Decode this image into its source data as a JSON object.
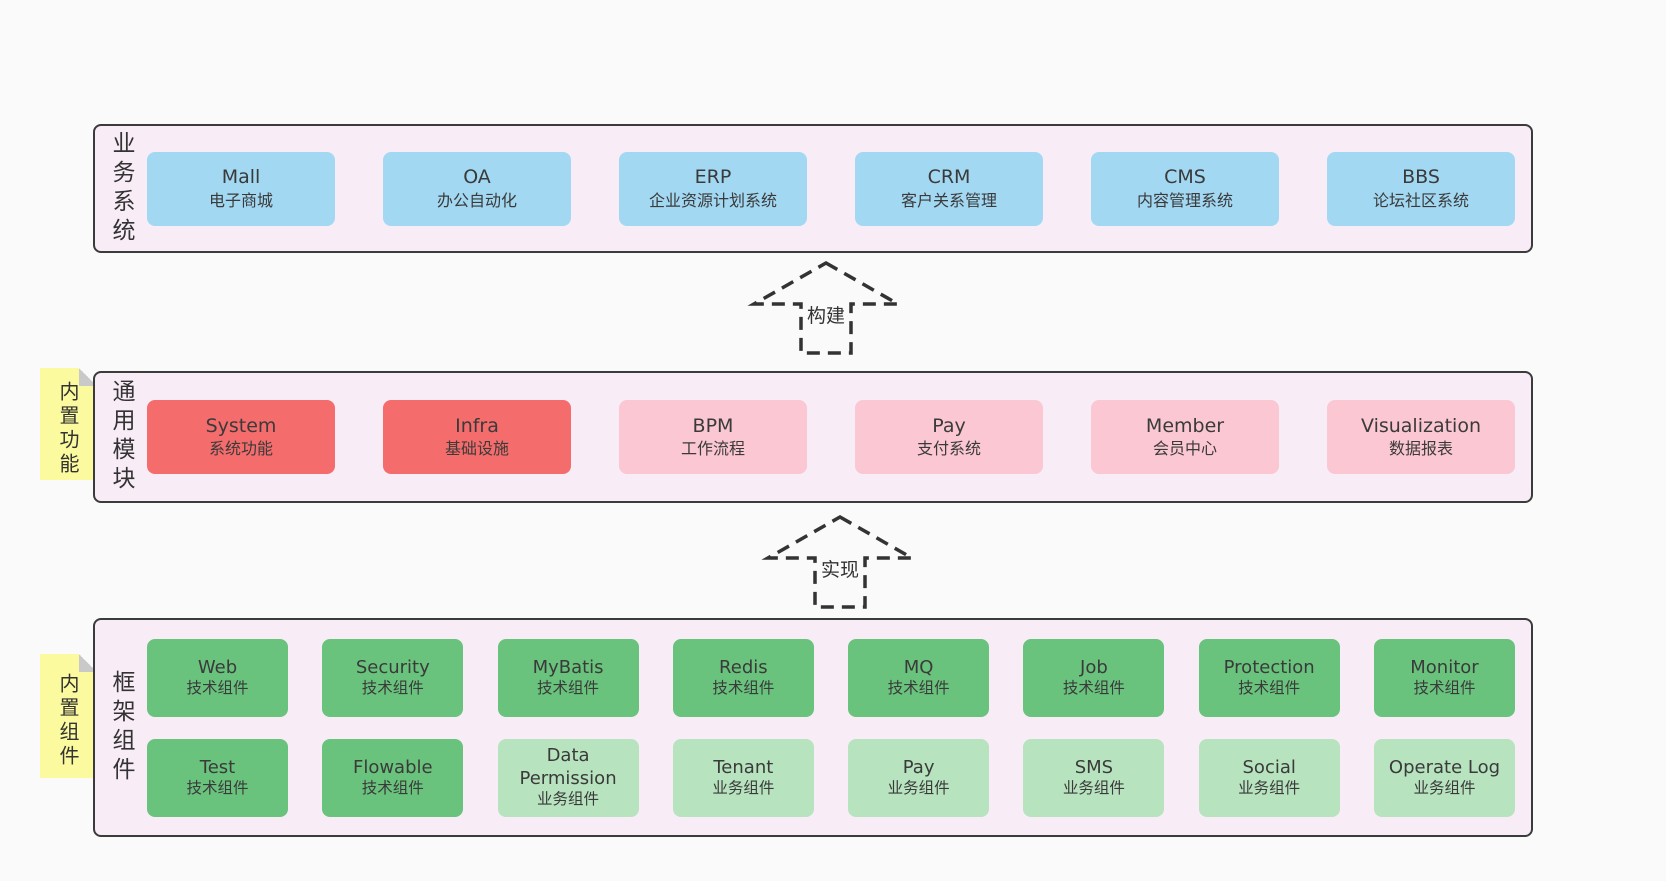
{
  "colors": {
    "blue": "#A3D8F3",
    "red": "#F56C6C",
    "pink": "#FAC7D2",
    "green": "#69C37D",
    "lightgreen": "#B7E3BF",
    "layer_bg": "#F8EDF6",
    "layer_border": "#3B3B3B",
    "note_bg": "#FBFA9E",
    "note_fold": "#C9C9C9",
    "arrow_stroke": "#333333",
    "text": "#3A3A3A"
  },
  "arrows": [
    {
      "label": "构建"
    },
    {
      "label": "实现"
    }
  ],
  "layers": [
    {
      "label": "业务系统",
      "rows": [
        [
          {
            "name": "Mall",
            "desc": "电子商城",
            "type": "blue"
          },
          {
            "name": "OA",
            "desc": "办公自动化",
            "type": "blue"
          },
          {
            "name": "ERP",
            "desc": "企业资源计划系统",
            "type": "blue"
          },
          {
            "name": "CRM",
            "desc": "客户关系管理",
            "type": "blue"
          },
          {
            "name": "CMS",
            "desc": "内容管理系统",
            "type": "blue"
          },
          {
            "name": "BBS",
            "desc": "论坛社区系统",
            "type": "blue"
          }
        ]
      ]
    },
    {
      "label": "通用模块",
      "note": "内置功能",
      "rows": [
        [
          {
            "name": "System",
            "desc": "系统功能",
            "type": "red"
          },
          {
            "name": "Infra",
            "desc": "基础设施",
            "type": "red"
          },
          {
            "name": "BPM",
            "desc": "工作流程",
            "type": "pink"
          },
          {
            "name": "Pay",
            "desc": "支付系统",
            "type": "pink"
          },
          {
            "name": "Member",
            "desc": "会员中心",
            "type": "pink"
          },
          {
            "name": "Visualization",
            "desc": "数据报表",
            "type": "pink"
          }
        ]
      ]
    },
    {
      "label": "框架组件",
      "note": "内置组件",
      "rows": [
        [
          {
            "name": "Web",
            "desc": "技术组件",
            "type": "green"
          },
          {
            "name": "Security",
            "desc": "技术组件",
            "type": "green"
          },
          {
            "name": "MyBatis",
            "desc": "技术组件",
            "type": "green"
          },
          {
            "name": "Redis",
            "desc": "技术组件",
            "type": "green"
          },
          {
            "name": "MQ",
            "desc": "技术组件",
            "type": "green"
          },
          {
            "name": "Job",
            "desc": "技术组件",
            "type": "green"
          },
          {
            "name": "Protection",
            "desc": "技术组件",
            "type": "green"
          },
          {
            "name": "Monitor",
            "desc": "技术组件",
            "type": "green"
          }
        ],
        [
          {
            "name": "Test",
            "desc": "技术组件",
            "type": "green"
          },
          {
            "name": "Flowable",
            "desc": "技术组件",
            "type": "green"
          },
          {
            "name": "Data Permission",
            "desc": "业务组件",
            "type": "lightgreen"
          },
          {
            "name": "Tenant",
            "desc": "业务组件",
            "type": "lightgreen"
          },
          {
            "name": "Pay",
            "desc": "业务组件",
            "type": "lightgreen"
          },
          {
            "name": "SMS",
            "desc": "业务组件",
            "type": "lightgreen"
          },
          {
            "name": "Social",
            "desc": "业务组件",
            "type": "lightgreen"
          },
          {
            "name": "Operate Log",
            "desc": "业务组件",
            "type": "lightgreen"
          }
        ]
      ]
    }
  ]
}
